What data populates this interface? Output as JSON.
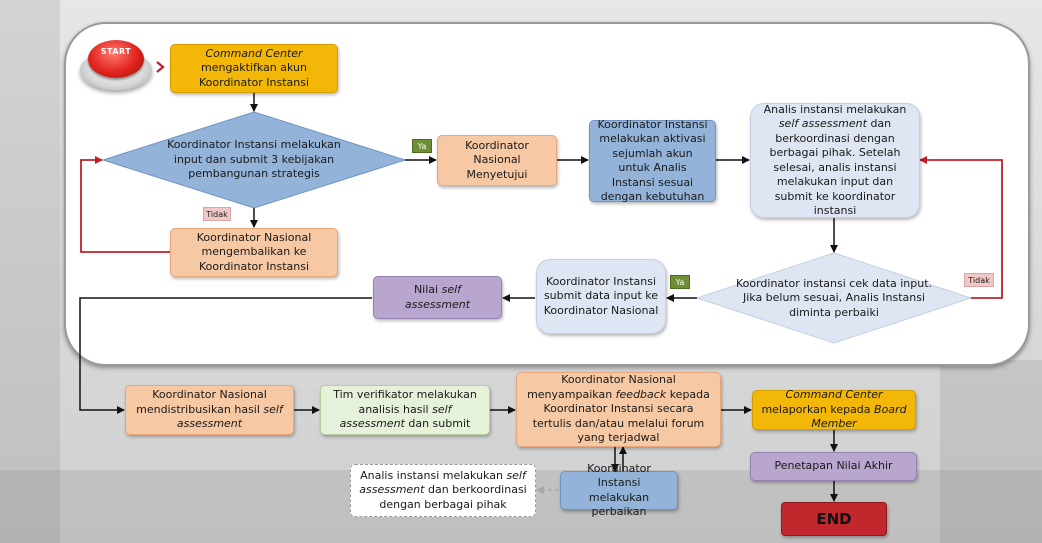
{
  "flowchart": {
    "start_label": "START",
    "command_center_activate": {
      "part1": "Command Center",
      "part2": " mengaktifkan akun Koordinator Instansi"
    },
    "decision_submit": "Koordinator Instansi melakukan input dan submit 3 kebijakan pembangunan strategis",
    "national_approve": "Koordinator Nasional Menyetujui",
    "instansi_activate": "Koordinator Instansi melakukan aktivasi sejumlah akun untuk Analis Instansi sesuai dengan kebutuhan",
    "analyst_self_assessment": {
      "part1": "Analis instansi melakukan ",
      "part2": "self assessment",
      "part3": " dan berkoordinasi dengan berbagai pihak. Setelah selesai, analis instansi melakukan input dan submit ke koordinator instansi"
    },
    "national_return": "Koordinator Nasional mengembalikan ke Koordinator Instansi",
    "decision_check": "Koordinator instansi cek data input. Jika belum sesuai, Analis Instansi diminta perbaiki",
    "instansi_submit": "Koordinator Instansi submit data input ke Koordinator Nasional",
    "nilai_self_assessment": {
      "part1": "Nilai ",
      "part2": "self assessment"
    },
    "national_distribute": {
      "part1": "Koordinator Nasional mendistribusikan hasil ",
      "part2": "self assessment"
    },
    "verifier_analysis": {
      "part1": "Tim verifikator melakukan analisis hasil ",
      "part2": "self assessment",
      "part3": " dan submit"
    },
    "national_feedback": {
      "part1": "Koordinator Nasional menyampaikan ",
      "part2": "feedback",
      "part3": " kepada Koordinator Instansi secara tertulis dan/atau melalui forum yang terjadwal"
    },
    "command_center_report": {
      "part1": "Command Center",
      "part2": " melaporkan kepada ",
      "part3": "Board Member"
    },
    "final_score": "Penetapan Nilai Akhir",
    "end_label": "END",
    "instansi_repair": "Koordinator Instansi melakukan perbaikan",
    "analyst_note": {
      "part1": "Analis instansi melakukan ",
      "part2": "self assessment",
      "part3": " dan berkoordinasi dengan berbagai pihak"
    },
    "tag_ya": "Ya",
    "tag_tidak": "Tidak"
  },
  "colors": {
    "gold": "#f2b707",
    "orange": "#f7c8a4",
    "blue": "#93b3d9",
    "light_blue": "#dde6f2",
    "purple": "#b8a6cf",
    "light_green": "#e6f1da",
    "end_red": "#c1272d",
    "arrow_red": "#c0202a",
    "ya_green": "#6e8f35",
    "tidak_pink": "#f1c8c8"
  }
}
